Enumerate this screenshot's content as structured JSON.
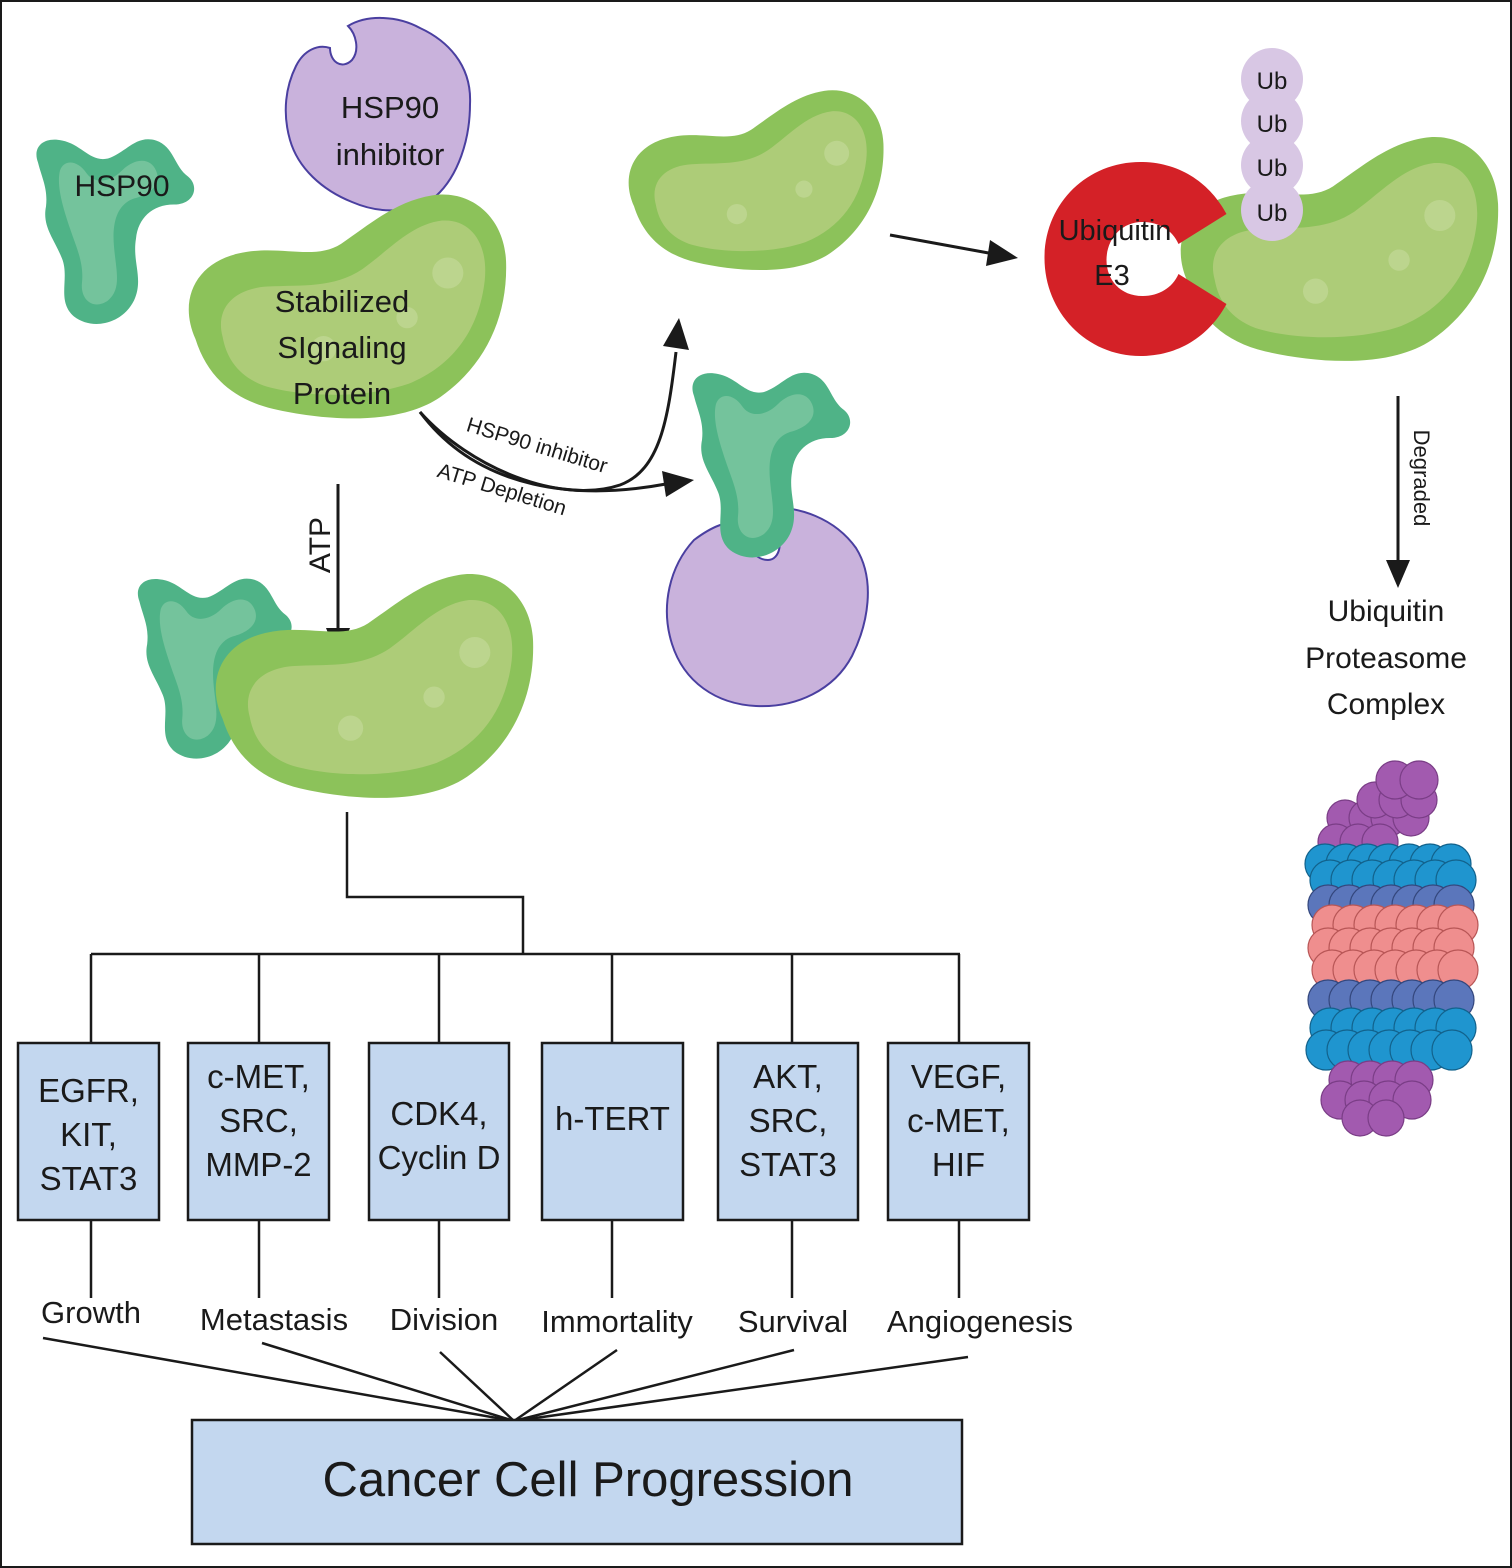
{
  "colors": {
    "hsp90": "#4fb387",
    "hsp90_light": "#74c39c",
    "signaling_protein": "#8cc25a",
    "signaling_protein_light": "#adcc78",
    "inhibitor": "#c9b2dc",
    "inhibitor_edge": "#4a3fa0",
    "ubiquitin_ligase": "#d42127",
    "ubiquitin_tag": "#d8c7e4",
    "pathway_box": "#c3d7ef",
    "proteasome_cap": "#a25aaf",
    "proteasome_outer": "#1f95cf",
    "proteasome_mid": "#5b76bb",
    "proteasome_core": "#ef8e8e"
  },
  "labels": {
    "hsp90": "HSP90",
    "inhibitor_line1": "HSP90",
    "inhibitor_line2": "inhibitor",
    "stabilized_line1": "Stabilized",
    "stabilized_line2": "SIgnaling",
    "stabilized_line3": "Protein",
    "atp": "ATP",
    "hsp90_inhibitor_path": "HSP90 inhibitor",
    "atp_depletion_path": "ATP Depletion",
    "ubiquitin_line1": "Ubiquitin",
    "ubiquitin_line2": "E3",
    "ub_tags": [
      "Ub",
      "Ub",
      "Ub",
      "Ub"
    ],
    "degraded": "Degraded",
    "proteasome_line1": "Ubiquitin",
    "proteasome_line2": "Proteasome",
    "proteasome_line3": "Complex"
  },
  "client_boxes": [
    {
      "lines": [
        "EGFR,",
        "KIT,",
        "STAT3"
      ],
      "outcome": "Growth"
    },
    {
      "lines": [
        "c-MET,",
        "SRC,",
        "MMP-2"
      ],
      "outcome": "Metastasis"
    },
    {
      "lines": [
        "CDK4,",
        "Cyclin D"
      ],
      "outcome": "Division"
    },
    {
      "lines": [
        "h-TERT"
      ],
      "outcome": "Immortality"
    },
    {
      "lines": [
        "AKT,",
        "SRC,",
        "STAT3"
      ],
      "outcome": "Survival"
    },
    {
      "lines": [
        "VEGF,",
        "c-MET,",
        "HIF"
      ],
      "outcome": "Angiogenesis"
    }
  ],
  "final_box": "Cancer Cell Progression"
}
